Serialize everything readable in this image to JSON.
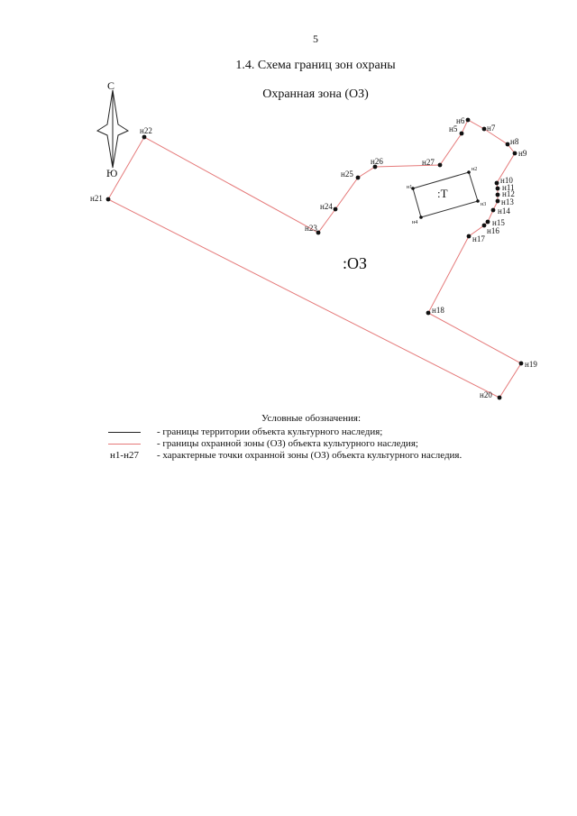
{
  "page_number": "5",
  "heading": "1.4. Схема границ зон охраны",
  "subheading": "Охранная зона (ОЗ)",
  "compass": {
    "north": "С",
    "south": "Ю"
  },
  "zone_labels": {
    "oz": ":ОЗ",
    "t": ":Т"
  },
  "points_oz": [
    {
      "name": "н5"
    },
    {
      "name": "н6"
    },
    {
      "name": "н7"
    },
    {
      "name": "н8"
    },
    {
      "name": "н9"
    },
    {
      "name": "н10"
    },
    {
      "name": "н11"
    },
    {
      "name": "н12"
    },
    {
      "name": "н13"
    },
    {
      "name": "н14"
    },
    {
      "name": "н15"
    },
    {
      "name": "н16"
    },
    {
      "name": "н17"
    },
    {
      "name": "н18"
    },
    {
      "name": "н19"
    },
    {
      "name": "н20"
    },
    {
      "name": "н21"
    },
    {
      "name": "н22"
    },
    {
      "name": "н23"
    },
    {
      "name": "н24"
    },
    {
      "name": "н25"
    },
    {
      "name": "н26"
    },
    {
      "name": "н27"
    }
  ],
  "points_t": [
    {
      "name": "н1"
    },
    {
      "name": "н2"
    },
    {
      "name": "н3"
    },
    {
      "name": "н4"
    }
  ],
  "legend": {
    "title": "Условные обозначения:",
    "items": [
      {
        "key": "",
        "text": "- границы территории объекта культурного наследия;"
      },
      {
        "key": "",
        "text": "- границы охранной зоны (ОЗ) объекта культурного наследия;"
      },
      {
        "key": "н1-н27",
        "text": "- характерные точки охранной зоны (ОЗ) объекта культурного наследия."
      }
    ]
  },
  "colors": {
    "zone_line": "#e57a7a",
    "territory_line": "#333333",
    "point": "#111111"
  }
}
